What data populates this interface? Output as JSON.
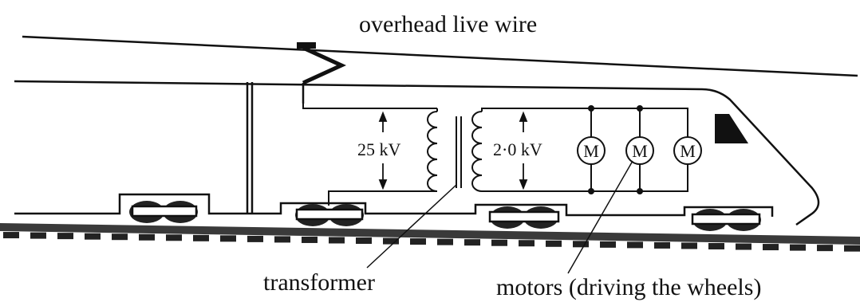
{
  "labels": {
    "overhead_wire": "overhead live wire",
    "primary_voltage": "25 kV",
    "secondary_voltage": "2·0 kV",
    "transformer": "transformer",
    "motors": "motors (driving the wheels)"
  },
  "motor_symbols": [
    "M",
    "M",
    "M"
  ]
}
